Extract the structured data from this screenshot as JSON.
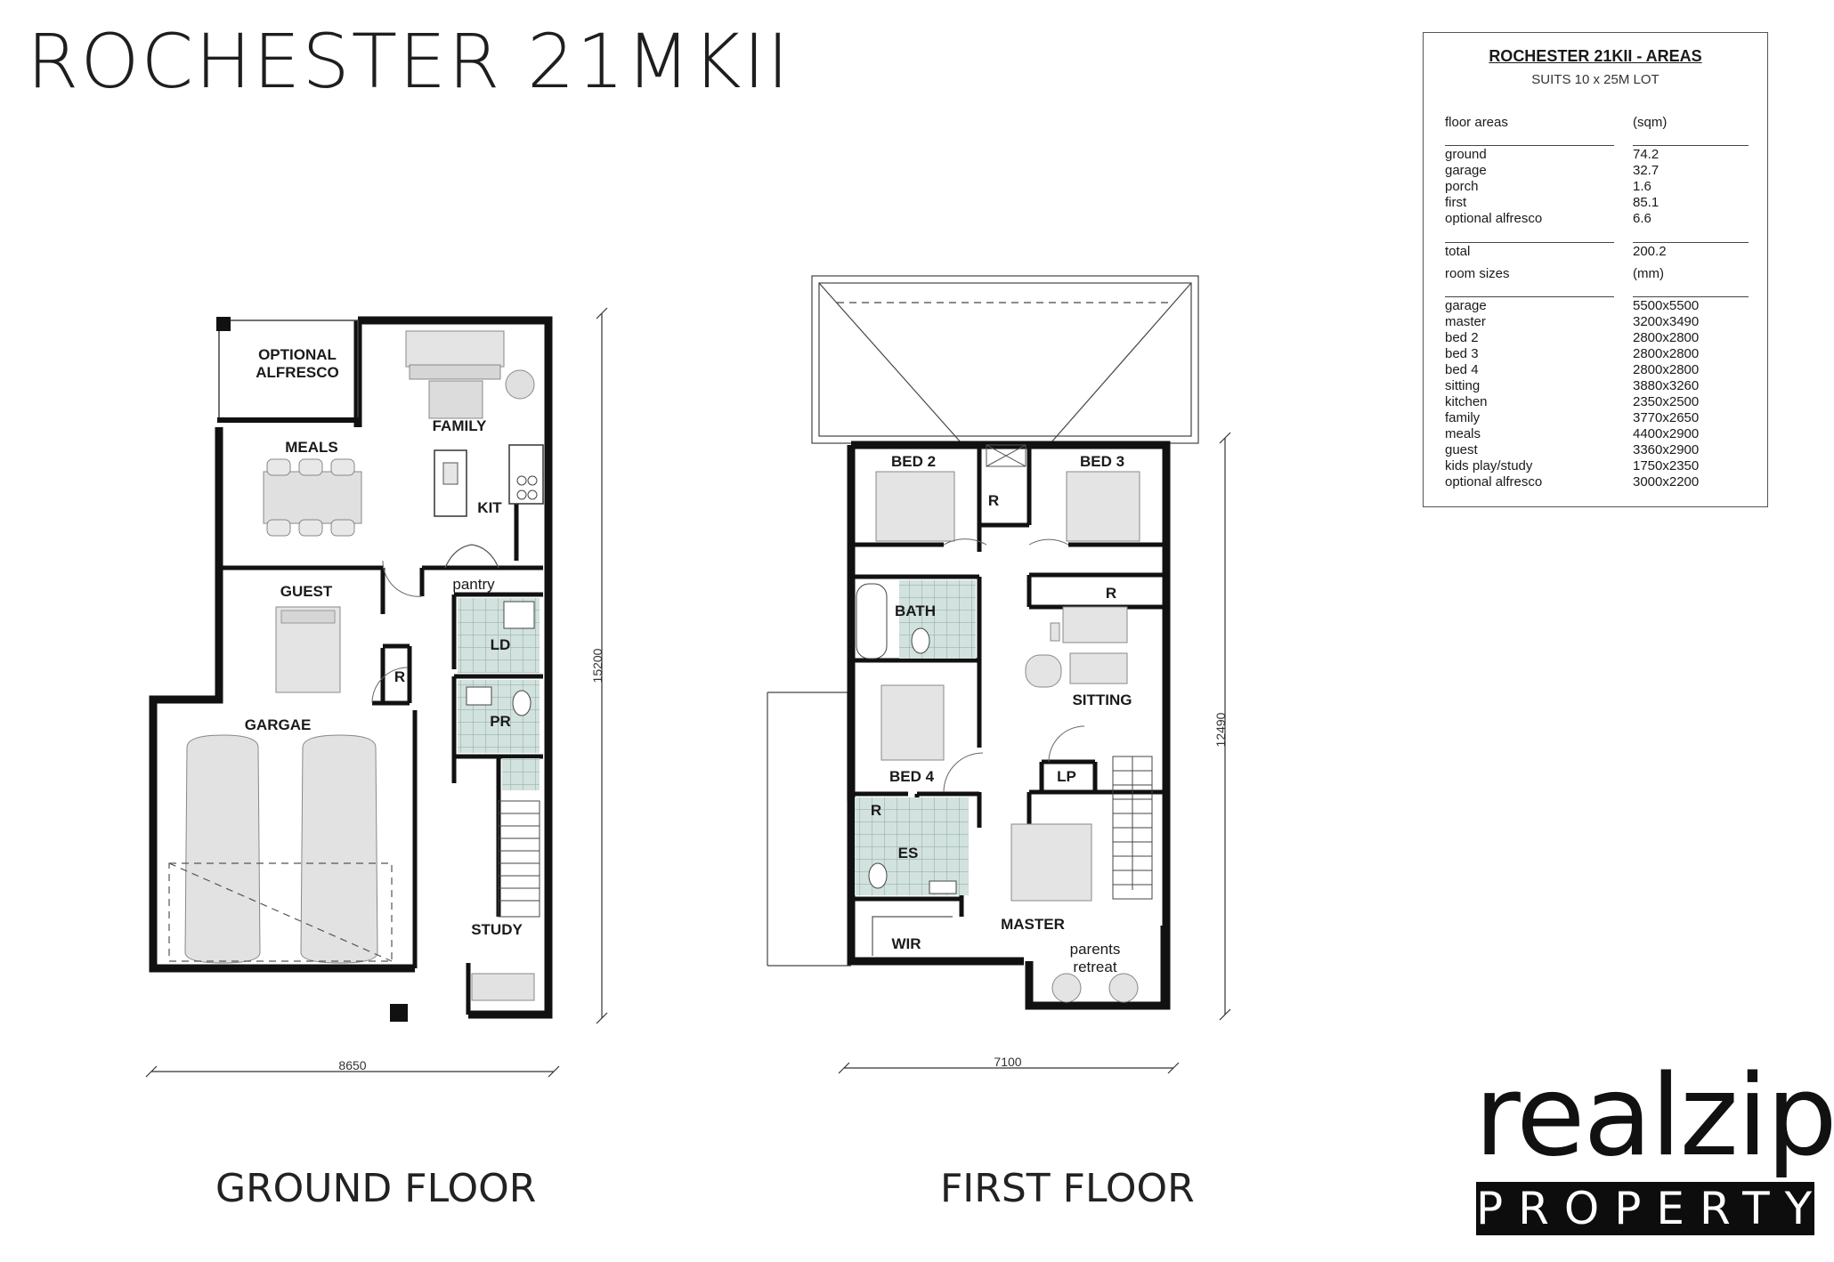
{
  "title": "ROCHESTER 21MKII",
  "ground_floor": {
    "label": "GROUND FLOOR",
    "width_dim": "8650",
    "depth_dim": "15200",
    "rooms": {
      "optional_alfresco_1": "OPTIONAL",
      "optional_alfresco_2": "ALFRESCO",
      "family": "FAMILY",
      "meals": "MEALS",
      "kit": "KIT",
      "pantry": "pantry",
      "guest": "GUEST",
      "ld": "LD",
      "r": "R",
      "pr": "PR",
      "garage": "GARGAE",
      "study": "STUDY"
    }
  },
  "first_floor": {
    "label": "FIRST FLOOR",
    "width_dim": "7100",
    "depth_dim": "12490",
    "rooms": {
      "bed2": "BED 2",
      "bed3": "BED 3",
      "r_top": "R",
      "r_mid": "R",
      "bath": "BATH",
      "sitting": "SITTING",
      "bed4": "BED 4",
      "lp": "LP",
      "r_low": "R",
      "es": "ES",
      "master": "MASTER",
      "wir": "WIR",
      "parents_1": "parents",
      "parents_2": "retreat"
    }
  },
  "areas_table": {
    "title": "ROCHESTER 21KII - AREAS",
    "subtitle": "SUITS 10 x 25M LOT",
    "floor_header": {
      "label": "floor areas",
      "unit": "(sqm)"
    },
    "floor_rows": [
      {
        "label": "ground",
        "value": "74.2"
      },
      {
        "label": "garage",
        "value": "32.7"
      },
      {
        "label": "porch",
        "value": "1.6"
      },
      {
        "label": "first",
        "value": "85.1"
      },
      {
        "label": "optional alfresco",
        "value": "6.6"
      }
    ],
    "total": {
      "label": "total",
      "value": "200.2"
    },
    "room_header": {
      "label": "room sizes",
      "unit": "(mm)"
    },
    "room_rows": [
      {
        "label": "garage",
        "value": "5500x5500"
      },
      {
        "label": "master",
        "value": "3200x3490"
      },
      {
        "label": "bed 2",
        "value": "2800x2800"
      },
      {
        "label": "bed 3",
        "value": "2800x2800"
      },
      {
        "label": "bed 4",
        "value": "2800x2800"
      },
      {
        "label": "sitting",
        "value": "3880x3260"
      },
      {
        "label": "kitchen",
        "value": "2350x2500"
      },
      {
        "label": "family",
        "value": "3770x2650"
      },
      {
        "label": "meals",
        "value": "4400x2900"
      },
      {
        "label": "guest",
        "value": "3360x2900"
      },
      {
        "label": "kids play/study",
        "value": "1750x2350"
      },
      {
        "label": "optional alfresco",
        "value": "3000x2200"
      }
    ]
  },
  "logo": {
    "word": "realzip",
    "bar": "PROPERTY"
  }
}
